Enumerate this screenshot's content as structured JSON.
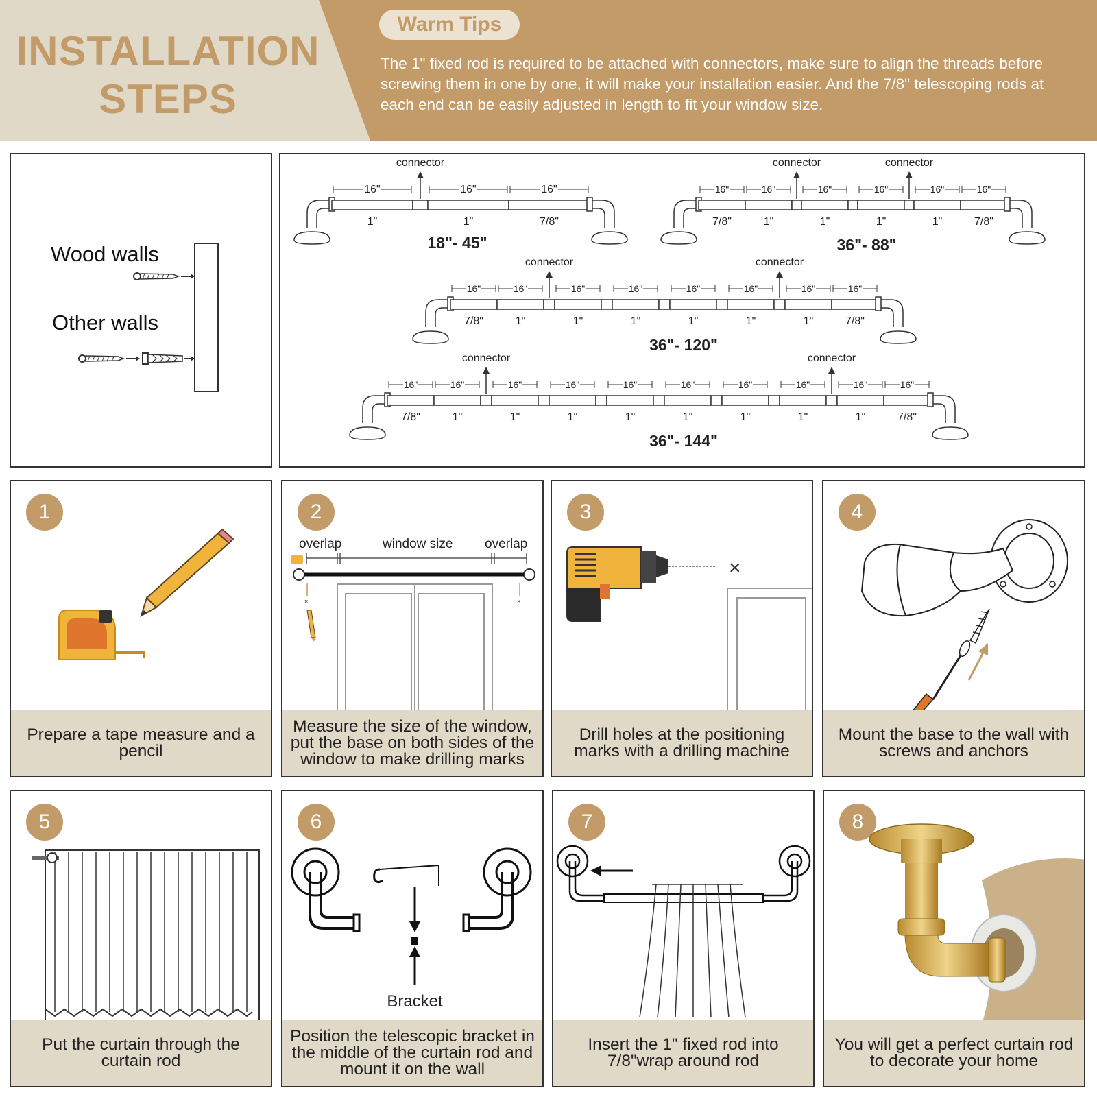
{
  "header": {
    "title_line1": "INSTALLATION",
    "title_line2": "STEPS",
    "tips_title": "Warm Tips",
    "tips_text": "The 1\" fixed rod is required to be attached with connectors, make sure to align the threads before screwing them in one by one, it will make your installation easier. And the 7/8\" telescoping rods at each end can be easily adjusted in length to fit your window size."
  },
  "walls": {
    "wood": "Wood walls",
    "other": "Other walls"
  },
  "rods": {
    "connector": "connector",
    "seg": "16\"",
    "one": "1\"",
    "seven_eighths": "7/8\"",
    "ranges": [
      "18\"- 45\"",
      "36\"- 88\"",
      "36\"- 120\"",
      "36\"- 144\""
    ]
  },
  "steps": [
    {
      "num": "1",
      "caption": "Prepare a tape measure and a pencil"
    },
    {
      "num": "2",
      "caption": "Measure the size of the window, put the base on both sides of the window to make drilling marks"
    },
    {
      "num": "3",
      "caption": "Drill holes at the positioning marks with a drilling machine"
    },
    {
      "num": "4",
      "caption": "Mount the base to the wall with screws and anchors"
    },
    {
      "num": "5",
      "caption": "Put the curtain through the curtain rod"
    },
    {
      "num": "6",
      "caption": "Position the telescopic bracket in the middle of the curtain rod and mount it on the wall"
    },
    {
      "num": "7",
      "caption": "Insert the 1\" fixed rod into 7/8\"wrap around rod"
    },
    {
      "num": "8",
      "caption": "You will get a perfect curtain rod to decorate your home"
    }
  ],
  "step2": {
    "overlap": "overlap",
    "window_size": "window size"
  },
  "step6": {
    "bracket": "Bracket"
  },
  "colors": {
    "accent": "#c39b69",
    "beige": "#e0d9c7",
    "tape": "#f0b43c",
    "tape_inner": "#e0762e"
  }
}
